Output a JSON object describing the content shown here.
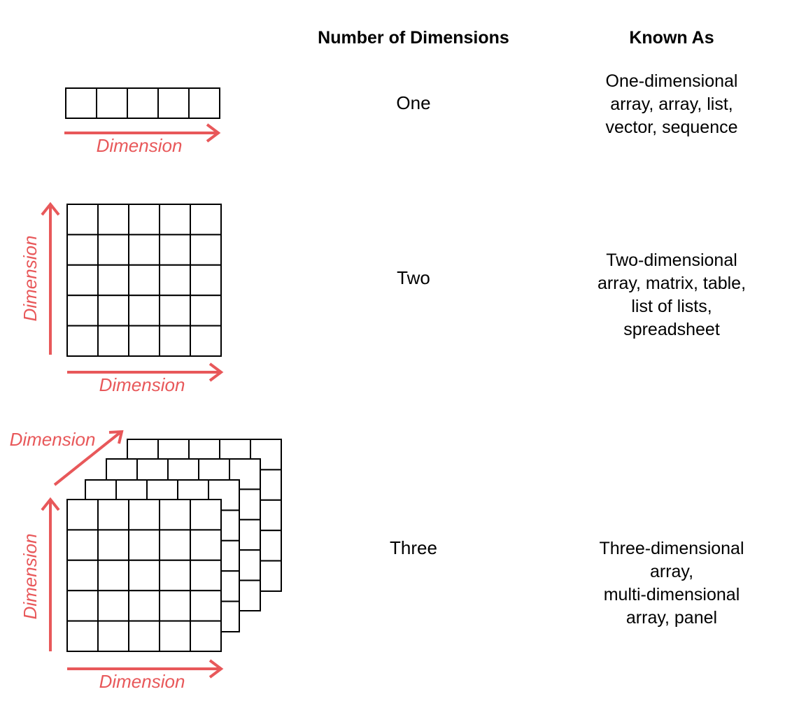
{
  "headers": {
    "dimensions": "Number of Dimensions",
    "known_as": "Known As"
  },
  "rows": [
    {
      "count": "One",
      "known_as": [
        "One-dimensional",
        "array, array, list,",
        "vector, sequence"
      ]
    },
    {
      "count": "Two",
      "known_as": [
        "Two-dimensional",
        "array, matrix, table,",
        "list of lists,",
        "spreadsheet"
      ]
    },
    {
      "count": "Three",
      "known_as": [
        "Three-dimensional",
        "array,",
        "multi-dimensional",
        "array, panel"
      ]
    }
  ],
  "axis_label": "Dimension",
  "colors": {
    "arrow": "#e8585a",
    "grid_line": "#000000"
  }
}
